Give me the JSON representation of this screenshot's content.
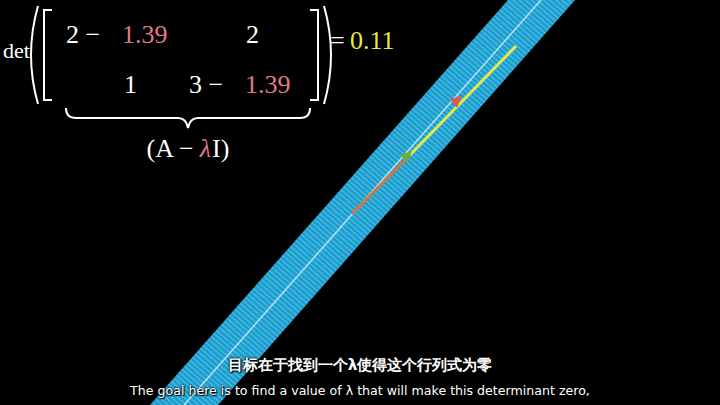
{
  "diagram": {
    "labels": [
      "det",
      "2 −",
      "1.39",
      "2",
      "1",
      "3 −",
      "1.39",
      "=",
      "0.11",
      "(A −",
      "λ",
      "I)",
      "目标在于找到一个λ使得这个行列式为零",
      "The goal here is to find a value of λ that will make this determinant zero,"
    ]
  }
}
